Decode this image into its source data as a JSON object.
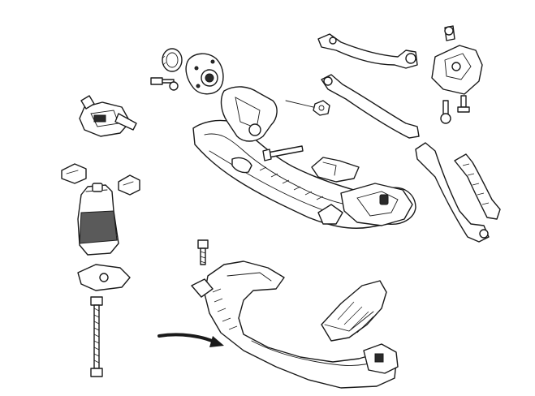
{
  "diagram": {
    "background": "#ffffff",
    "line_color": "#1a1a1a",
    "arrow_color": "#1a1a1a",
    "parts": [
      "front-subframe",
      "lower-subframe-cover",
      "wheel-hub",
      "hub-bearing-seal",
      "hub-bolt",
      "upper-control-arm",
      "lower-control-arm",
      "tie-rod-arm",
      "rear-control-arm",
      "engine-mount-bracket",
      "engine-mount-bolts",
      "transmission-mount",
      "rubber-bushing-mount",
      "bushing-caps",
      "mount-base-plate",
      "long-threaded-bolt",
      "subframe-bolt",
      "nut",
      "flange-bolt",
      "skid-plate",
      "direction-arrow"
    ]
  }
}
